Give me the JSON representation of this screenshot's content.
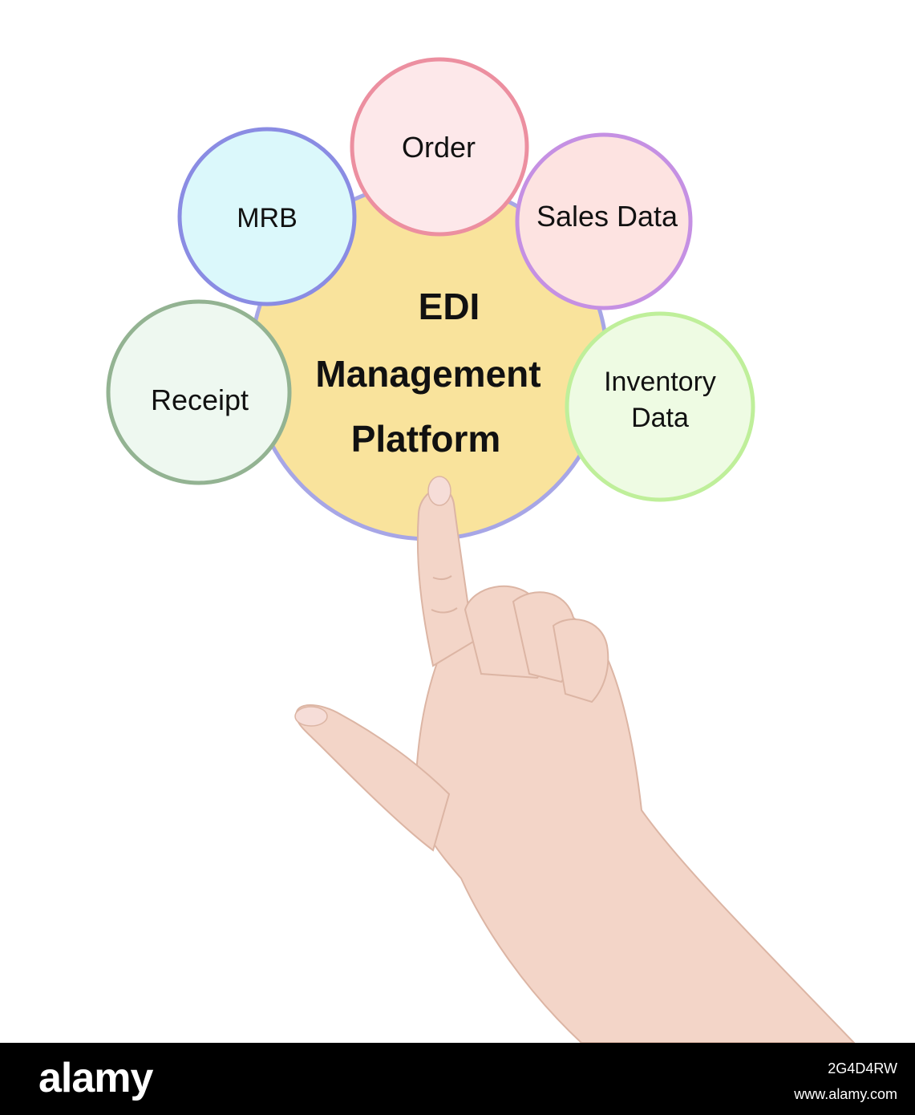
{
  "diagram": {
    "center": {
      "lines": [
        "EDI",
        "Management",
        "Platform"
      ],
      "fill": "#f9e39c",
      "stroke": "#a7a6e6"
    },
    "nodes": [
      {
        "key": "mrb",
        "lines": [
          "MRB"
        ],
        "fill": "#dbf8fb",
        "stroke": "#8a8ce3"
      },
      {
        "key": "order",
        "lines": [
          "Order"
        ],
        "fill": "#fde8ea",
        "stroke": "#ec8fa0"
      },
      {
        "key": "sales",
        "lines": [
          "Sales Data"
        ],
        "fill": "#fde3e1",
        "stroke": "#c590e3"
      },
      {
        "key": "receipt",
        "lines": [
          "Receipt"
        ],
        "fill": "#eef8f0",
        "stroke": "#93b392"
      },
      {
        "key": "inventory",
        "lines": [
          "Inventory",
          "Data"
        ],
        "fill": "#eefbe3",
        "stroke": "#bfef9a"
      }
    ]
  },
  "hand": {
    "skin": "#f3d5c8",
    "shadow": "#dcb5a4",
    "nail": "#f6ddd8"
  },
  "footer": {
    "logo": "alamy",
    "image_id": "2G4D4RW",
    "url": "www.alamy.com"
  }
}
